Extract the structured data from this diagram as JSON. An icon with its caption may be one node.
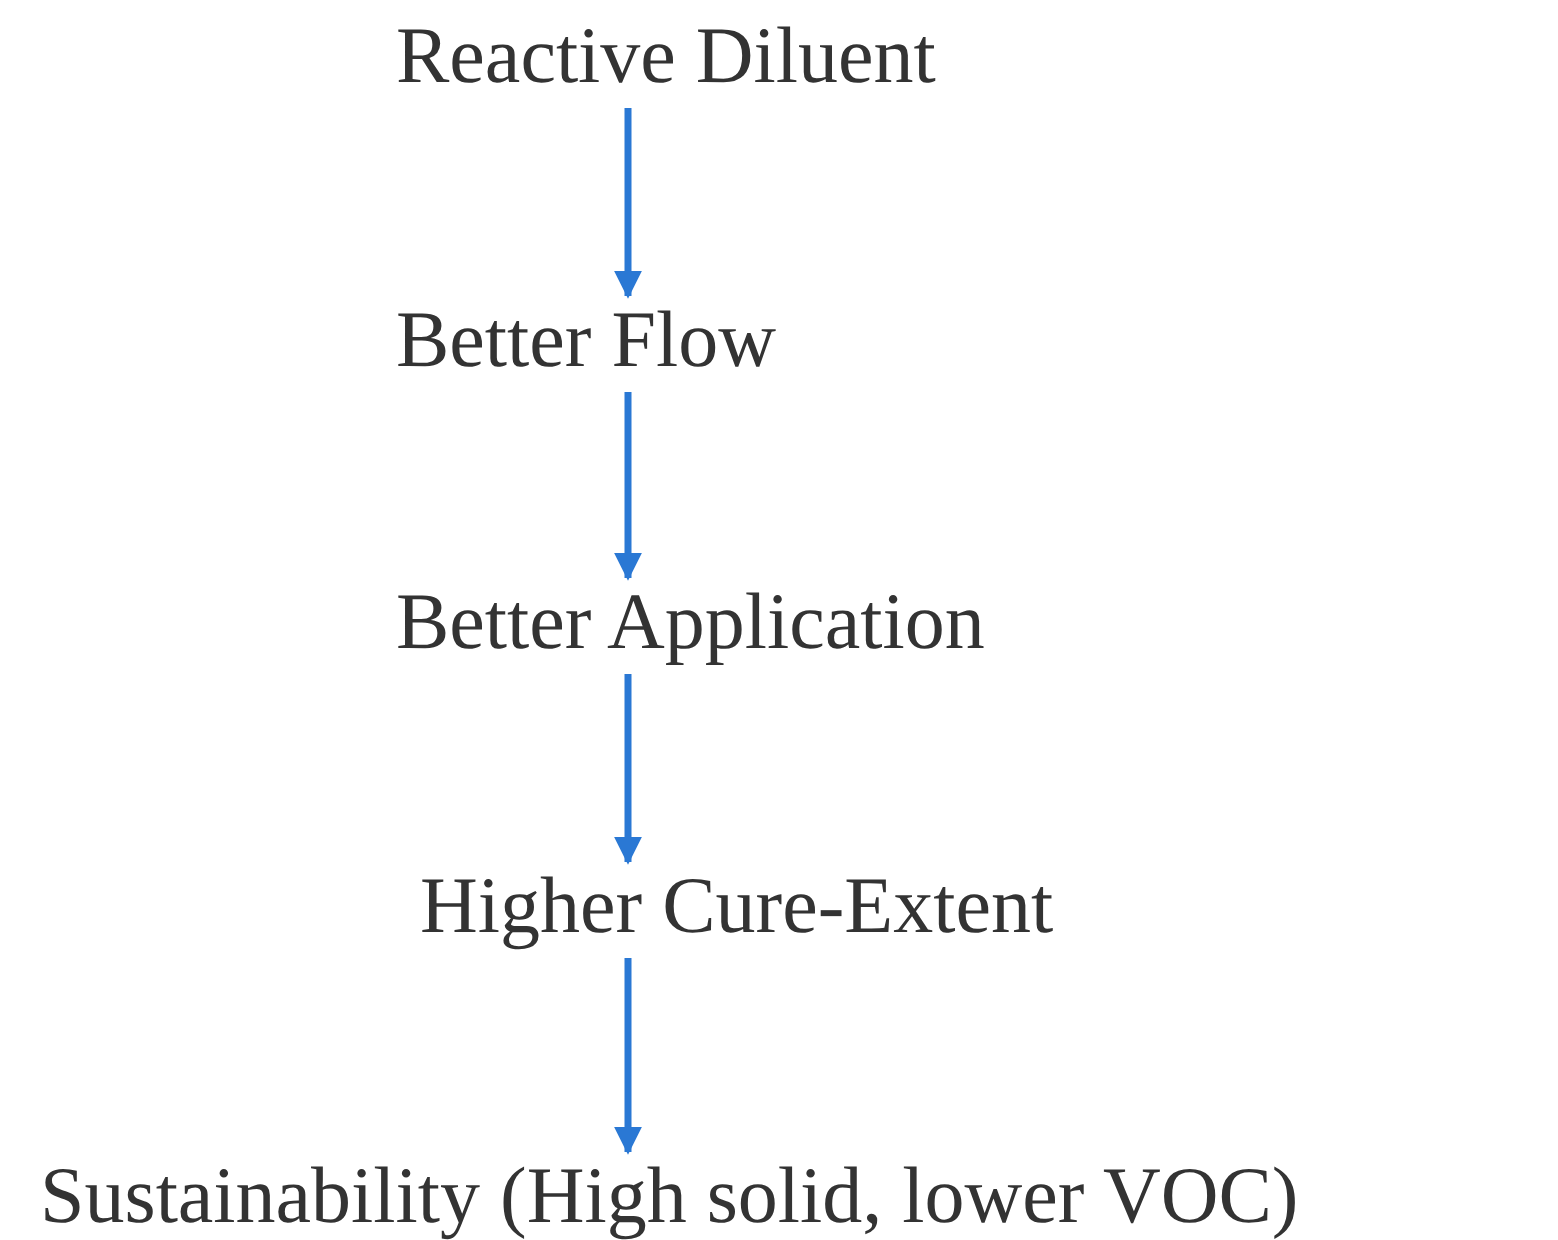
{
  "diagram": {
    "nodes": [
      {
        "text": [
          "Reactive Diluent"
        ]
      },
      {
        "text": [
          "Better Flow"
        ]
      },
      {
        "text": [
          "Better Application"
        ]
      },
      {
        "text": [
          "Higher Cure-Extent"
        ]
      },
      {
        "text": [
          "Sustainability (High solid, lower VOC)"
        ]
      }
    ],
    "edges": [
      {
        "from": 0,
        "to": 1,
        "arrow": "to"
      },
      {
        "from": 1,
        "to": 2,
        "arrow": "to"
      },
      {
        "from": 2,
        "to": 3,
        "arrow": "to"
      },
      {
        "from": 3,
        "to": 4,
        "arrow": "to"
      }
    ]
  }
}
